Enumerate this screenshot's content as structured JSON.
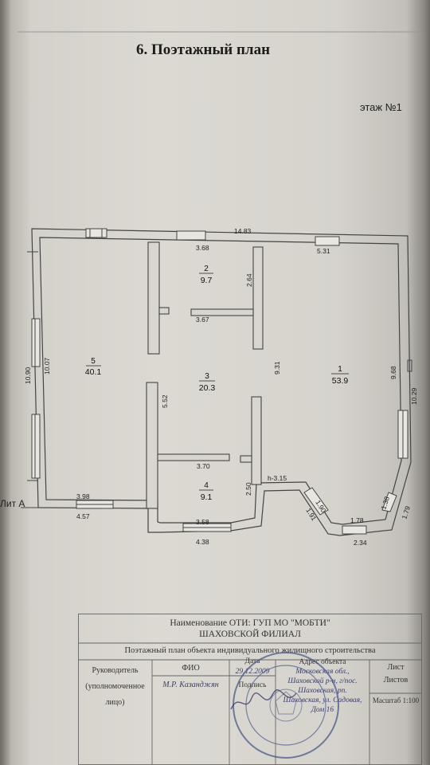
{
  "page": {
    "title": "6. Поэтажный план",
    "floor_label": "этаж №1"
  },
  "plan": {
    "lit_label": "Лит А",
    "rooms": [
      {
        "number": "1",
        "area": "53.9"
      },
      {
        "number": "2",
        "area": "9.7"
      },
      {
        "number": "3",
        "area": "20.3"
      },
      {
        "number": "4",
        "area": "9.1"
      },
      {
        "number": "5",
        "area": "40.1"
      }
    ],
    "dimensions": {
      "overall_top": "14.83",
      "top_left_window": "3.68",
      "top_right_window": "5.31",
      "room2_height": "2.64",
      "room2_bottom": "3.67",
      "left_outer": "10.90",
      "left_inner": "10.07",
      "hall_height": "9.31",
      "right_inner": "9.68",
      "right_outer": "10.29",
      "hall_lower": "5.52",
      "room4_top": "3.70",
      "room4_side": "2.50",
      "bay_h": "h-3.15",
      "bay_side_1": "1.90",
      "bay_side_2": "1.91",
      "bay_front_in": "1.78",
      "bay_front_out": "2.34",
      "bay_right_1": "1.38",
      "bay_right_2": "1.79",
      "room5_bottom_in": "3.98",
      "room5_bottom_out": "4.57",
      "room4_bottom_in": "3.58",
      "room4_bottom_out": "4.38"
    }
  },
  "stamp": {
    "org_line1": "Наименование ОТИ: ГУП МО \"МОБТИ\"",
    "org_line2": "ШАХОВСКОЙ ФИЛИАЛ",
    "doc_title": "Поэтажный план объекта индивидуального жилищного строительства",
    "role_1": "Руководитель",
    "role_2": "(уполномоченное",
    "role_3": "лицо)",
    "fio_label": "ФИО",
    "fio_value": "М.Р. Казанджян",
    "date_label": "Дата",
    "date_value": "29.12.2009",
    "sign_label": "Подпись",
    "address_label": "Адрес объекта",
    "address_lines": [
      "Московская обл.,",
      "Шаховской р-н, г/пос.",
      "Шаховская, рп.",
      "Шаховская, ул. Садовая,",
      "Дом 16"
    ],
    "sheet_label": "Лист",
    "sheets_label": "Листов",
    "scale_label": "Масштаб 1:100"
  },
  "colors": {
    "wall": "#444444",
    "ink": "#222222",
    "stamp_ink": "#4a5a8a"
  }
}
